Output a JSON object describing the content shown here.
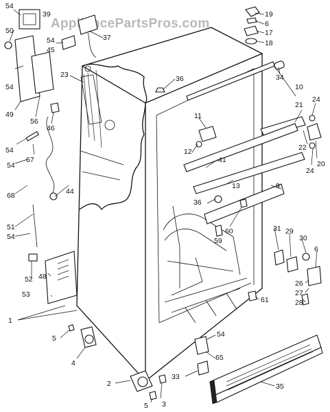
{
  "watermark": "AppliancePartsPros.com",
  "callouts": [
    "54",
    "50",
    "39",
    "37",
    "19",
    "6",
    "17",
    "18",
    "54",
    "45",
    "23",
    "36",
    "34",
    "10",
    "54",
    "49",
    "56",
    "46",
    "11",
    "21",
    "24",
    "12",
    "22",
    "20",
    "54",
    "67",
    "41",
    "24",
    "54",
    "68",
    "44",
    "13",
    "9",
    "36",
    "51",
    "54",
    "60",
    "59",
    "31",
    "29",
    "30",
    "6",
    "52",
    "53",
    "48",
    "26",
    "27",
    "28",
    "61",
    "1",
    "5",
    "4",
    "54",
    "65",
    "2",
    "33",
    "35",
    "5",
    "3"
  ]
}
